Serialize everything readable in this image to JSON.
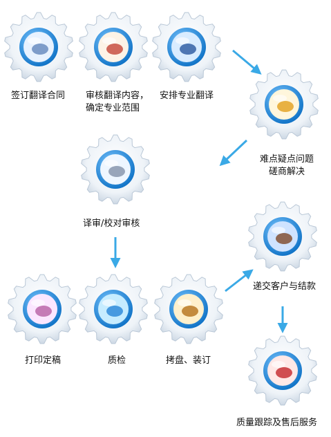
{
  "steps": [
    {
      "id": "sign",
      "label": "签订翻译合同",
      "image": "pen-signing-contract"
    },
    {
      "id": "review",
      "label": "审核翻译内容，",
      "label2": "确定专业范围",
      "image": "office-documents-magnifier"
    },
    {
      "id": "arrange",
      "label": "安排专业翻译",
      "image": "hand-writing"
    },
    {
      "id": "difficulty",
      "label": "难点疑点问题",
      "label2": "磋商解决",
      "image": "charts-documents"
    },
    {
      "id": "proofread",
      "label": "译审/校对审核",
      "image": "woman-at-desk"
    },
    {
      "id": "deliver",
      "label": "递交客户与结款",
      "image": "handshake"
    },
    {
      "id": "print",
      "label": "打印定稿",
      "image": "flower"
    },
    {
      "id": "qc",
      "label": "质检",
      "image": "water-drop"
    },
    {
      "id": "burn",
      "label": "拷盘、装订",
      "image": "disc-and-pen"
    },
    {
      "id": "aftersale",
      "label": "质量跟踪及售后服务",
      "image": "red-seal-stamp"
    }
  ],
  "colors": {
    "arrow": "#3aa9e6",
    "gear_rim": "#e6eef6",
    "gear_edge": "#b9c7d6",
    "disc_ring": "#1f8fe0"
  }
}
